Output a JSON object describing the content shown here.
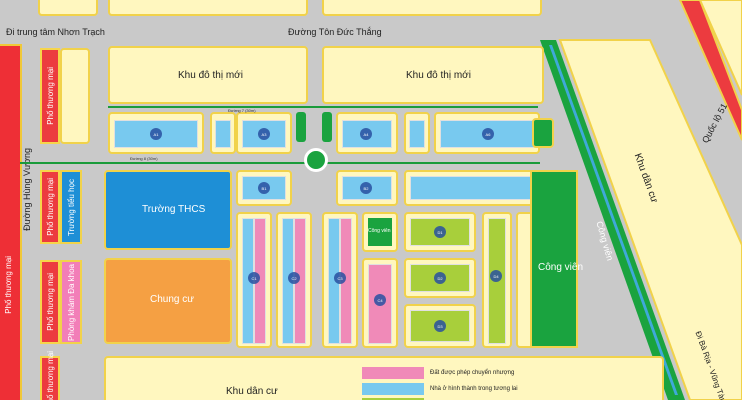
{
  "labels": {
    "road_nhon_trach": "Đi trung tâm Nhơn Trạch",
    "road_ton_duc_thang": "Đường Tôn Đức Thắng",
    "road_hung_vuong": "Đường Hùng Vương",
    "road_quoc_lo": "Quốc lộ 51",
    "road_ba_ria": "Đi Bà Rịa - Vũng Tàu",
    "khu_do_thi_1": "Khu đô thị mới",
    "khu_do_thi_2": "Khu đô thị mới",
    "truong_thcs": "Trường THCS",
    "chung_cu": "Chung cư",
    "khu_dan_cu_bottom": "Khu dân cư",
    "khu_dan_cu_right": "Khu dân cư",
    "cong_vien_green": "Công viên",
    "cong_vien_strip": "Công viên",
    "cong_vien_small": "Công viên",
    "pho_thuong_mai": "Phố thương mại",
    "truong_tieu_hoc": "Trường tiểu học",
    "phong_kham": "Phòng khám Đa khoa",
    "duong_7": "Đường 7 (30m)",
    "duong_8": "Đường 8 (30m)"
  },
  "legend": [
    {
      "text": "Đất được phép chuyển nhượng",
      "color": "#f08ab8"
    },
    {
      "text": "Nhà ở hình thành trong tương lai",
      "color": "#78c9ef"
    }
  ],
  "colors": {
    "residential": "#fff7bf",
    "commercial": "#ec3b3f",
    "school": "#1e8fd6",
    "apartment": "#f5a043",
    "clinic": "#f27eb8",
    "park": "#1aa33f",
    "water": "#3fa9d9"
  }
}
